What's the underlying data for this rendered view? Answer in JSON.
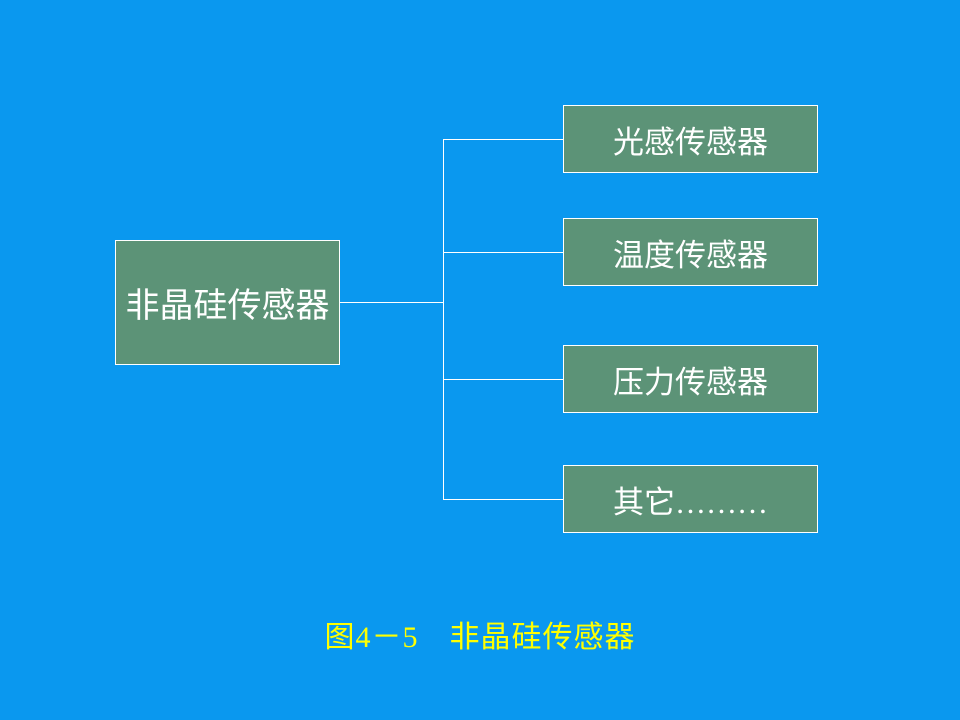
{
  "colors": {
    "background": "#0a98ef",
    "node_fill": "#5c9377",
    "node_border": "#ffffff",
    "node_text": "#ffffff",
    "connector": "#ffffff",
    "caption_text": "#ffff00"
  },
  "root": {
    "label": "非晶硅传感器"
  },
  "branches": [
    {
      "label": "光感传感器"
    },
    {
      "label": "温度传感器"
    },
    {
      "label": "压力传感器"
    },
    {
      "label": "其它………"
    }
  ],
  "caption": {
    "text": "图4－5　非晶硅传感器"
  }
}
